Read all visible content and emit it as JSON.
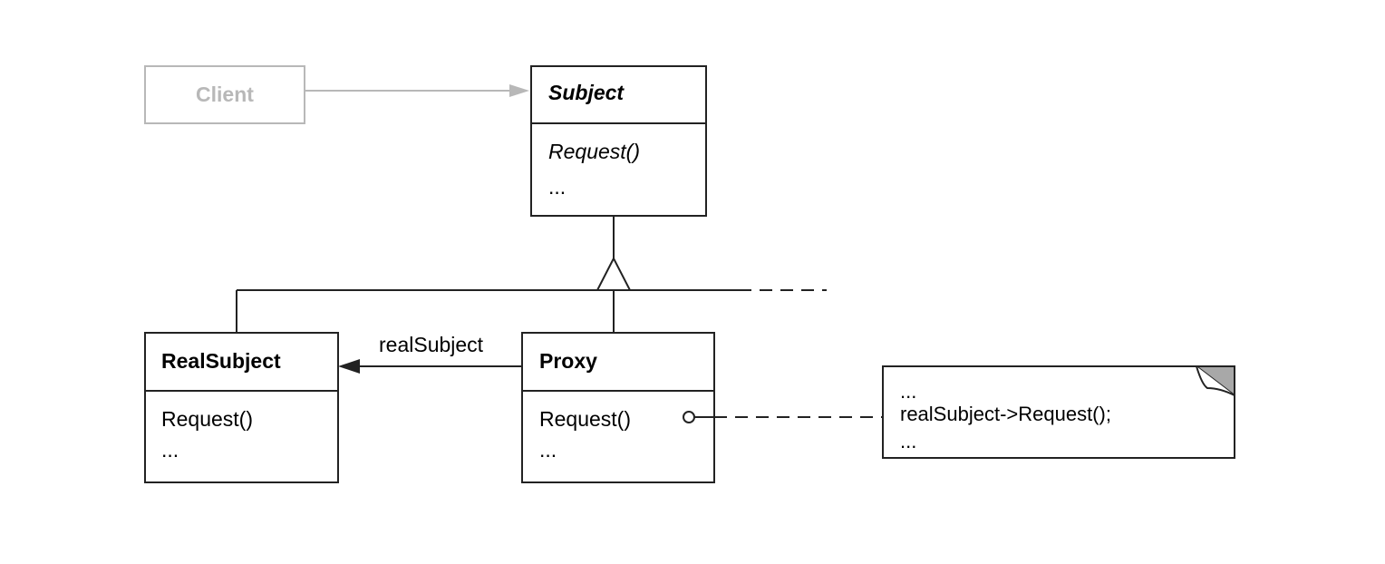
{
  "colors": {
    "line": "#222222",
    "client_gray": "#b8b8b8",
    "note_corner": "#a8a8a8"
  },
  "client": {
    "name": "Client"
  },
  "subject": {
    "name": "Subject",
    "operations": [
      "Request()",
      "..."
    ]
  },
  "real_subject": {
    "name": "RealSubject",
    "operations": [
      "Request()",
      "..."
    ]
  },
  "proxy": {
    "name": "Proxy",
    "operations": [
      "Request()",
      "..."
    ]
  },
  "association": {
    "role_label": "realSubject"
  },
  "note": {
    "lines": [
      "...",
      "realSubject->Request();",
      "..."
    ]
  }
}
